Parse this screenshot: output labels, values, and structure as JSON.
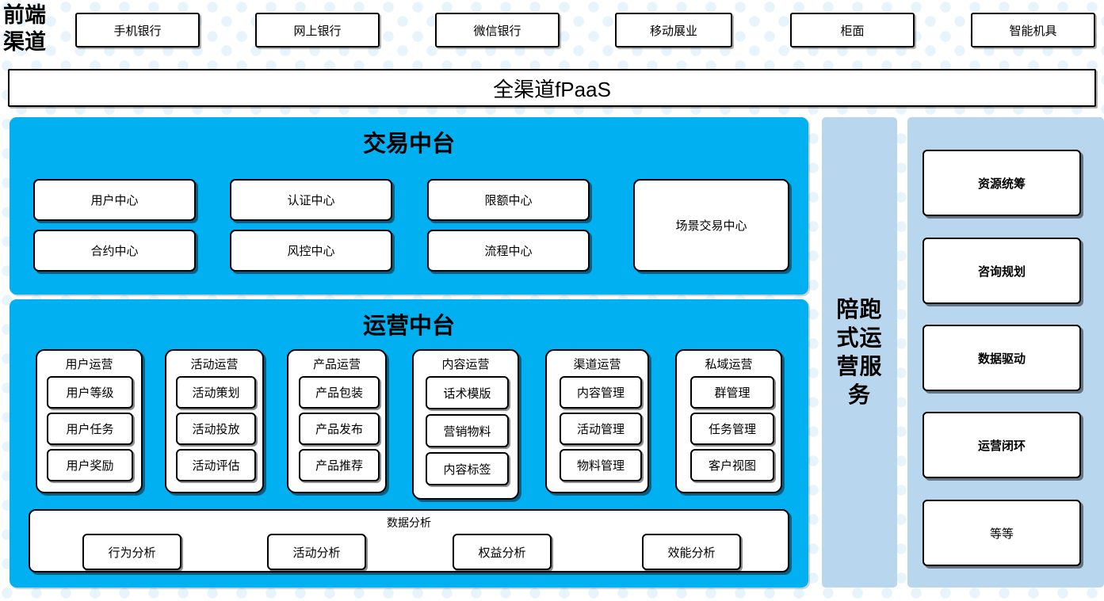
{
  "channel": {
    "label": "前端\n渠道",
    "label_lines": [
      "前端",
      "渠道"
    ],
    "items": [
      {
        "label": "手机银行"
      },
      {
        "label": "网上银行"
      },
      {
        "label": "微信银行"
      },
      {
        "label": "移动展业"
      },
      {
        "label": "柜面"
      },
      {
        "label": "智能机具"
      }
    ]
  },
  "fpaas": {
    "label": "全渠道fPaaS"
  },
  "trade_center": {
    "title": "交易中台",
    "cards": [
      {
        "label": "用户中心"
      },
      {
        "label": "认证中心"
      },
      {
        "label": "限额中心"
      },
      {
        "label": "合约中心"
      },
      {
        "label": "风控中心"
      },
      {
        "label": "流程中心"
      },
      {
        "label": "场景交易中心"
      }
    ]
  },
  "ops_center": {
    "title": "运营中台",
    "columns": [
      {
        "title": "用户运营",
        "items": [
          "用户等级",
          "用户任务",
          "用户奖励"
        ]
      },
      {
        "title": "活动运营",
        "items": [
          "活动策划",
          "活动投放",
          "活动评估"
        ]
      },
      {
        "title": "产品运营",
        "items": [
          "产品包装",
          "产品发布",
          "产品推荐"
        ]
      },
      {
        "title": "内容运营",
        "items": [
          "话术模版",
          "营销物料",
          "内容标签"
        ]
      },
      {
        "title": "渠道运营",
        "items": [
          "内容管理",
          "活动管理",
          "物料管理"
        ]
      },
      {
        "title": "私域运营",
        "items": [
          "群管理",
          "任务管理",
          "客户视图"
        ]
      }
    ],
    "analytics": {
      "title": "数据分析",
      "items": [
        "行为分析",
        "活动分析",
        "权益分析",
        "效能分析"
      ]
    }
  },
  "service_column": {
    "title": "陪跑式运营服务"
  },
  "capability_column": {
    "cards": [
      {
        "label": "资源统筹",
        "bold": true
      },
      {
        "label": "咨询规划",
        "bold": true
      },
      {
        "label": "数据驱动",
        "bold": true
      },
      {
        "label": "运营闭环",
        "bold": true
      },
      {
        "label": "等等",
        "bold": false
      }
    ]
  },
  "colors": {
    "cyan_panel": "#00b0f0",
    "light_blue_panel": "#b9d6ef",
    "dot_pattern": "#e8f4fb",
    "card_bg": "#ffffff",
    "border": "#000000"
  }
}
